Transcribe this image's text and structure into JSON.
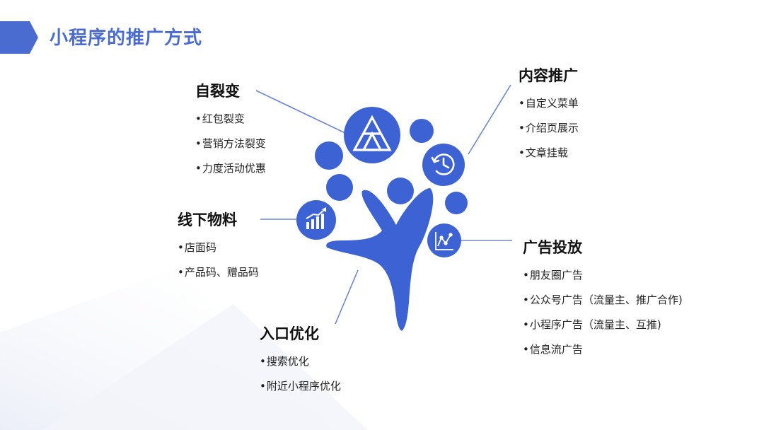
{
  "header": {
    "title": "小程序的推广方式"
  },
  "colors": {
    "accent": "#3d62d4",
    "title": "#4a6cd0",
    "line": "#6b86d6"
  },
  "groups": {
    "zlb": {
      "title": "自裂变",
      "items": [
        "红包裂变",
        "营销方法裂变",
        "力度活动优惠"
      ],
      "icon": "triangle-logo-icon"
    },
    "nrtg": {
      "title": "内容推广",
      "items": [
        "自定义菜单",
        "介绍页展示",
        "文章挂载"
      ],
      "icon": "history-clock-icon"
    },
    "xxwl": {
      "title": "线下物料",
      "items": [
        "店面码",
        "产品码、赠品码"
      ],
      "icon": "bar-chart-up-icon"
    },
    "ggtf": {
      "title": "广告投放",
      "items": [
        "朋友圈广告",
        "公众号广告（流量主、推广合作)",
        "小程序广告（流量主、互推)",
        "信息流广告"
      ],
      "icon": "line-chart-icon"
    },
    "rkyh": {
      "title": "入口优化",
      "items": [
        "搜索优化",
        "附近小程序优化"
      ]
    }
  }
}
